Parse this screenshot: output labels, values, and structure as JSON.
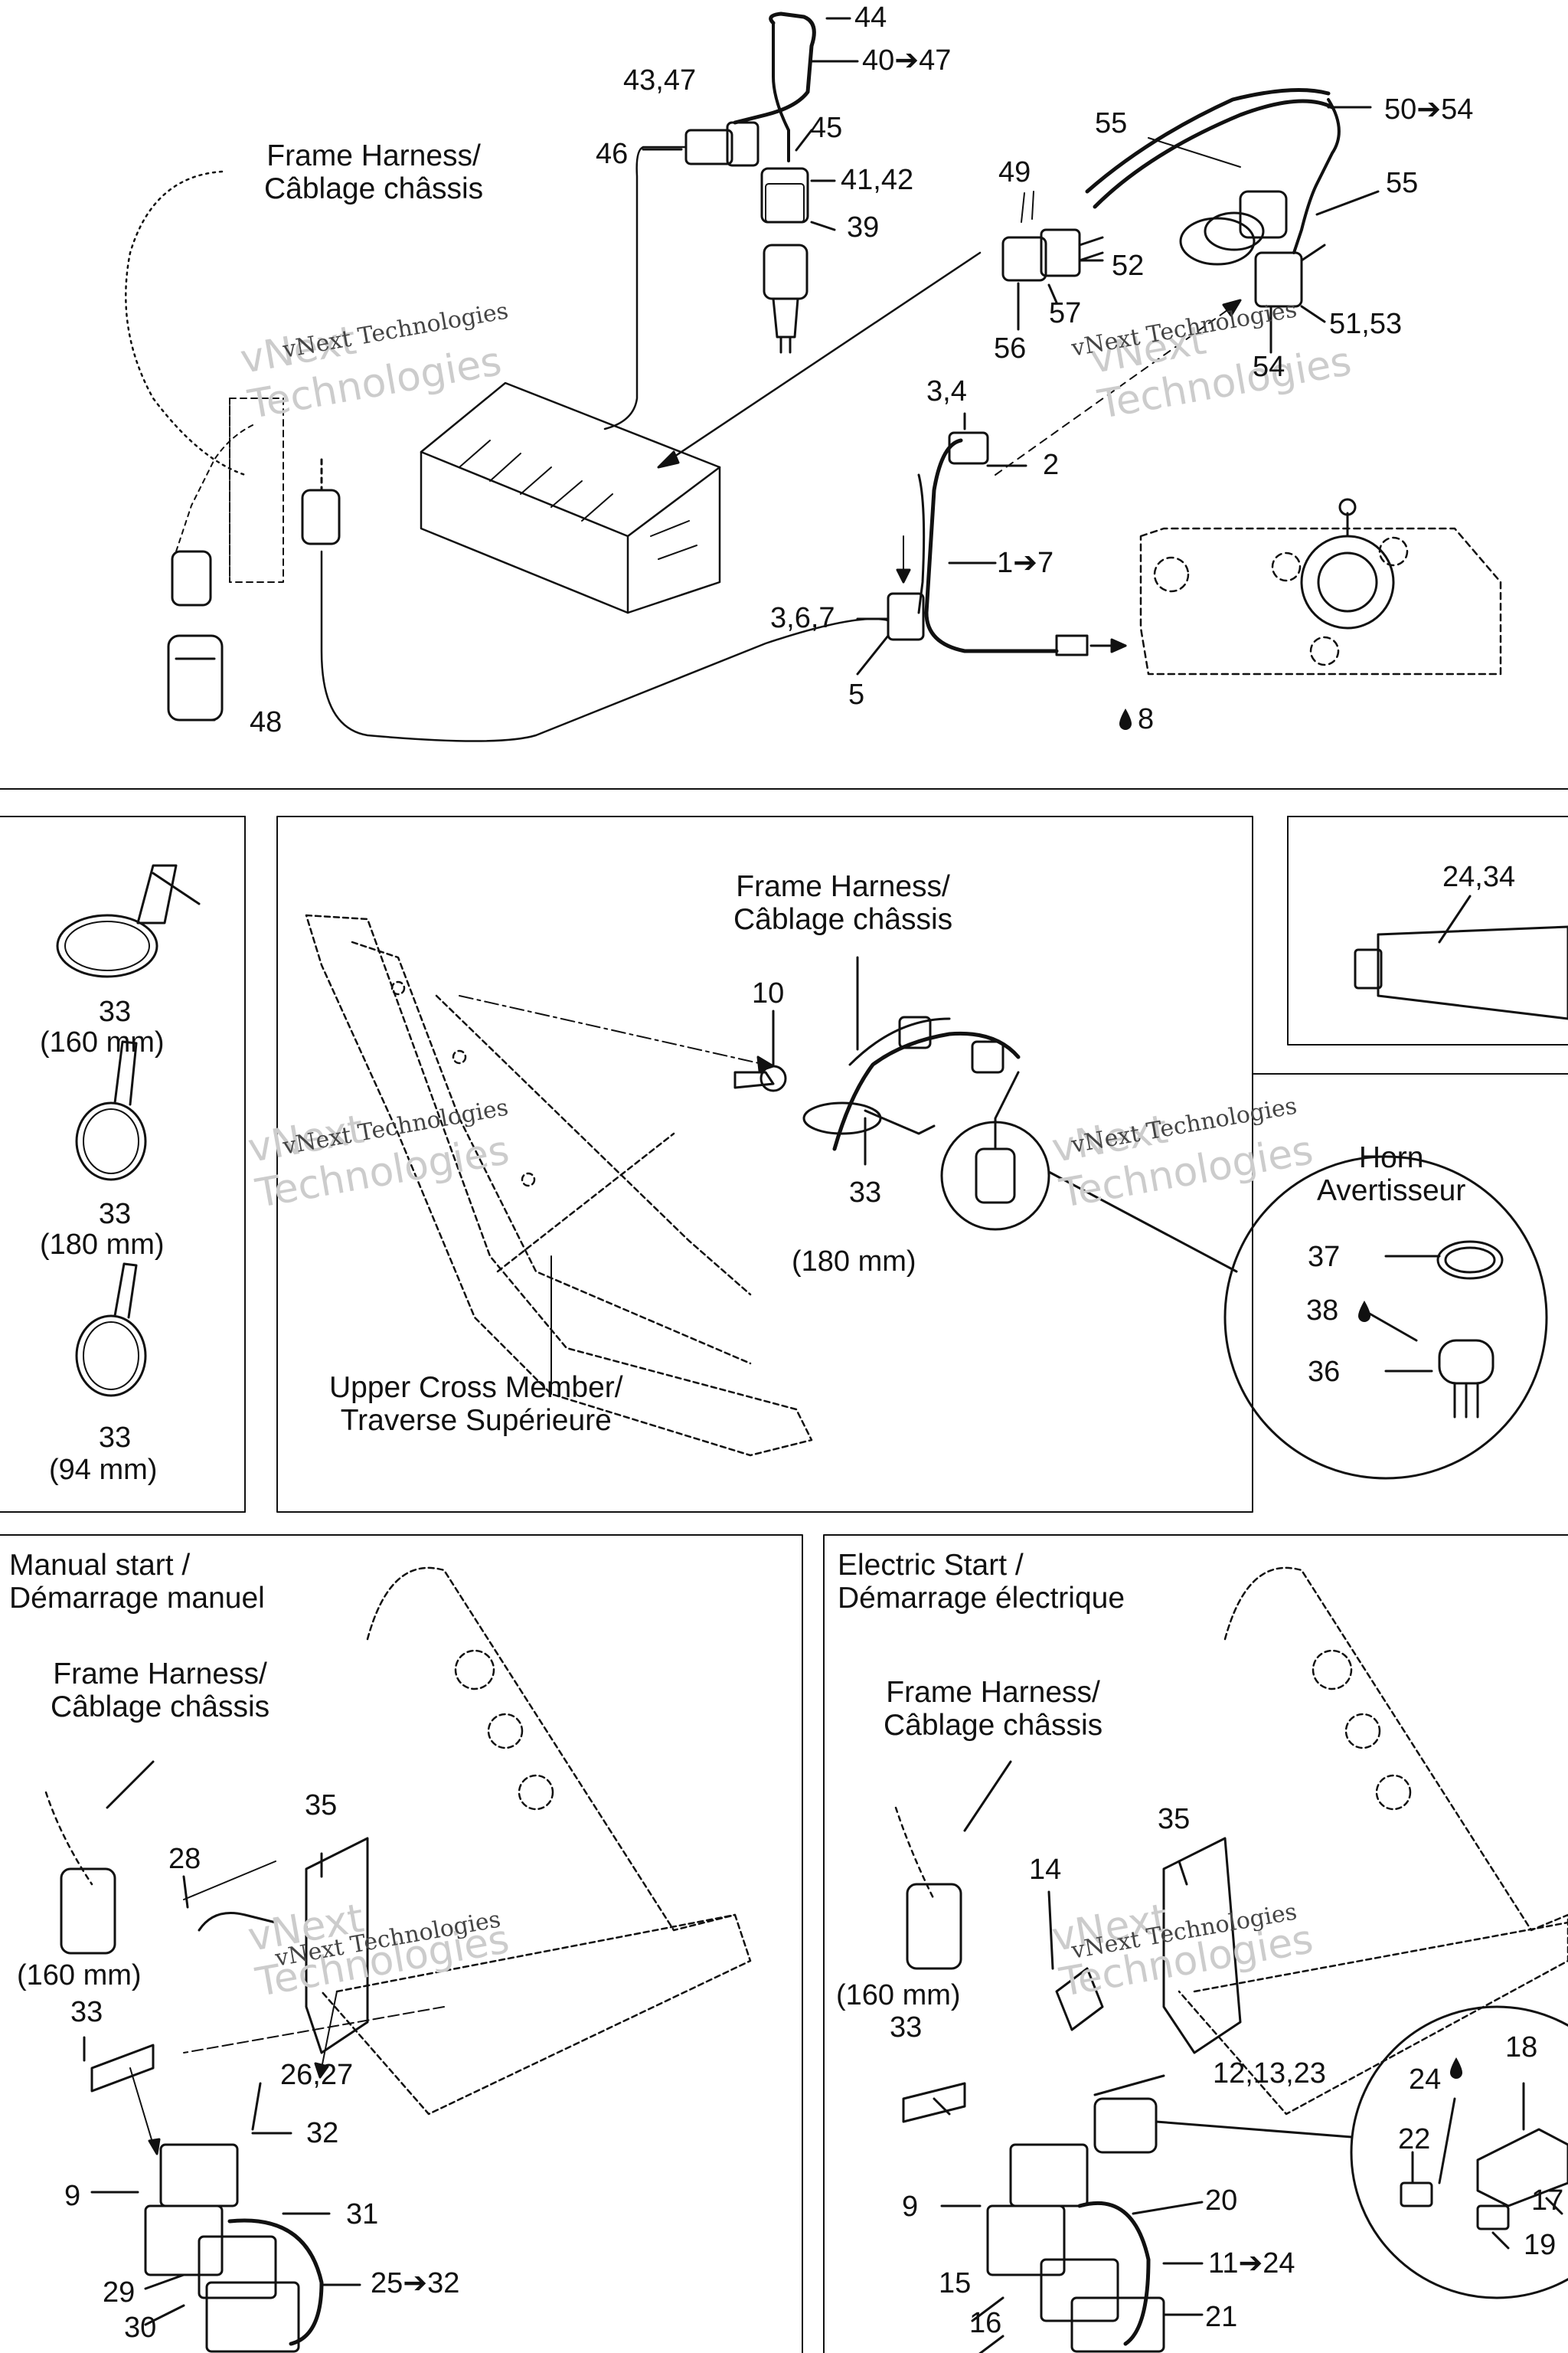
{
  "captions": {
    "frame_harness_top": "Frame Harness/\nCâblage châssis",
    "frame_harness_mid": "Frame Harness/\nCâblage châssis",
    "upper_cross_member": "Upper Cross Member/\nTraverse Supérieure",
    "horn": "Horn\nAvertisseur",
    "manual_start": "Manual start /\nDémarrage manuel",
    "frame_harness_manual": "Frame Harness/\nCâblage châssis",
    "electric_start": "Electric Start /\nDémarrage électrique",
    "frame_harness_electric": "Frame Harness/\nCâblage châssis"
  },
  "watermark": {
    "line1": "vNext Technologies",
    "line2": "vNext\nTechnologies"
  },
  "labels": {
    "l44": "44",
    "l40_47": "40➔47",
    "l43_47": "43,47",
    "l46": "46",
    "l45": "45",
    "l41_42": "41,42",
    "l39": "39",
    "l55a": "55",
    "l50_54": "50➔54",
    "l55b": "55",
    "l49": "49",
    "l52": "52",
    "l57": "57",
    "l56": "56",
    "l51_53": "51,53",
    "l54": "54",
    "l3_4": "3,4",
    "l2": "2",
    "l1_7": "1➔7",
    "l3_6_7": "3,6,7",
    "l5": "5",
    "l8": "8",
    "l48": "48",
    "l33a": "33",
    "l160a": "(160 mm)",
    "l33b": "33",
    "l180a": "(180 mm)",
    "l33c": "33",
    "l94": "(94 mm)",
    "l10": "10",
    "l33d": "33",
    "l180b": "(180 mm)",
    "l24_34": "24,34",
    "l37": "37",
    "l38": "38",
    "l36": "36",
    "l35a": "35",
    "l28": "28",
    "l160b": "(160 mm)",
    "l33e": "33",
    "l26_27": "26,27",
    "l32": "32",
    "l9a": "9",
    "l31": "31",
    "l29": "29",
    "l30": "30",
    "l25_32": "25➔32",
    "l35b": "35",
    "l14": "14",
    "l160c": "(160 mm)",
    "l33f": "33",
    "l12_13_23": "12,13,23",
    "l24b": "24",
    "l18": "18",
    "l22": "22",
    "l17": "17",
    "l19": "19",
    "l9b": "9",
    "l20": "20",
    "l11_24": "11➔24",
    "l15": "15",
    "l16": "16",
    "l21": "21"
  }
}
